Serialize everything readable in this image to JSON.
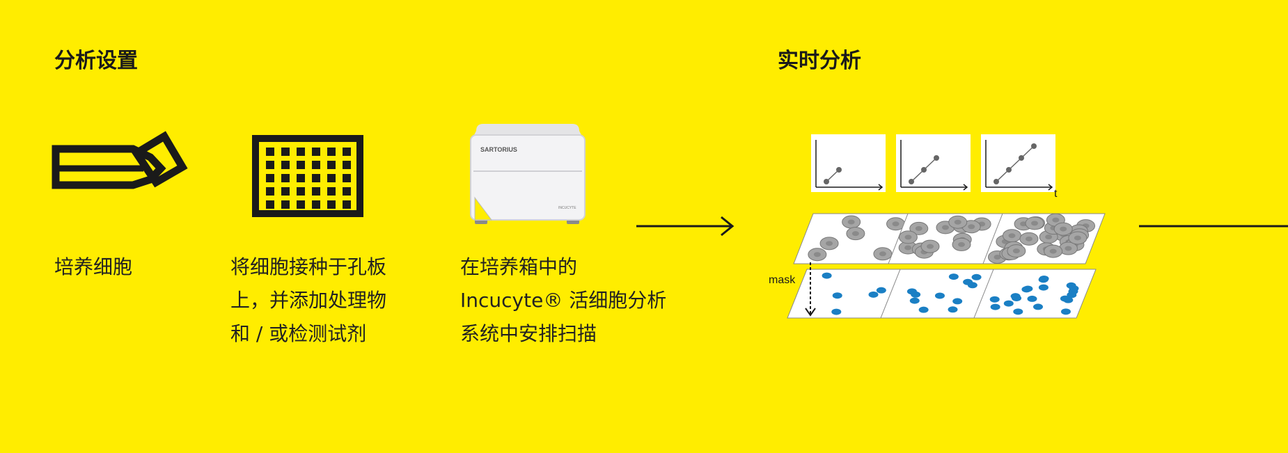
{
  "sections": {
    "setup": {
      "title": "分析设置"
    },
    "realtime": {
      "title": "实时分析"
    }
  },
  "steps": [
    {
      "caption": "培养细胞",
      "icon": "cell-flask-icon"
    },
    {
      "caption": "将细胞接种于孔板\n上，并添加处理物\n和 / 或检测试剂",
      "icon": "well-plate-icon"
    },
    {
      "caption": "在培养箱中的\nIncucyte® 活细胞分析\n系统中安排扫描",
      "icon": "incucyte-instrument-image"
    }
  ],
  "instrument": {
    "brand": "SARTORIUS",
    "model": "INCUCYTE"
  },
  "analysis": {
    "time_label": "t",
    "mask_label": "mask",
    "graph_series": [
      [
        1,
        2
      ],
      [
        1,
        2,
        3
      ],
      [
        1,
        2,
        3,
        4
      ]
    ]
  },
  "colors": {
    "background": "#FFED00",
    "ink": "#1a1a1a",
    "mask_blue": "#1a7fc4"
  }
}
